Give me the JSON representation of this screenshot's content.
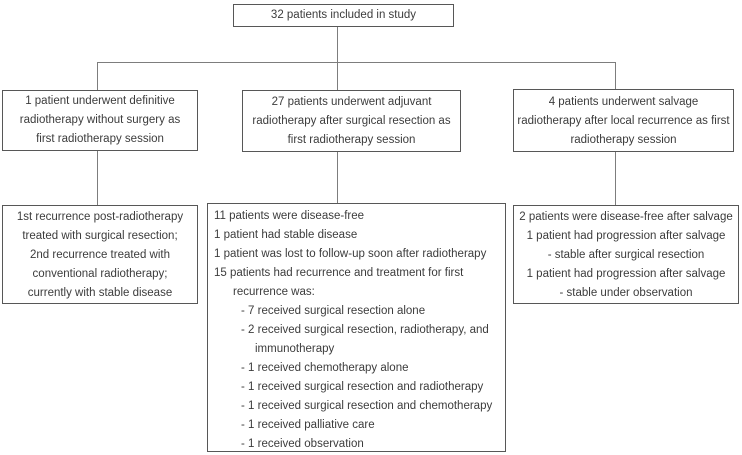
{
  "colors": {
    "background": "#ffffff",
    "box_border": "#575757",
    "text": "#3c3c3c",
    "connector": "#7d7d7d"
  },
  "flowchart": {
    "root": {
      "text": "32 patients included in study"
    },
    "branches": {
      "definitive": {
        "lines": [
          "1 patient underwent definitive",
          "radiotherapy without surgery as",
          "first radiotherapy session"
        ]
      },
      "adjuvant": {
        "lines": [
          "27 patients underwent adjuvant",
          "radiotherapy after surgical resection as",
          "first radiotherapy session"
        ]
      },
      "salvage": {
        "lines": [
          "4 patients underwent salvage",
          "radiotherapy after local recurrence as first",
          "radiotherapy session"
        ]
      }
    },
    "outcomes": {
      "definitive": {
        "lines": [
          "1st recurrence post-radiotherapy",
          "treated with surgical resection;",
          "2nd recurrence treated with",
          "conventional radiotherapy;",
          "currently with stable disease"
        ]
      },
      "adjuvant": {
        "lines": [
          "11 patients were disease-free",
          "1 patient had stable disease",
          "1 patient was lost to follow-up soon after radiotherapy",
          "15 patients had recurrence and treatment for first",
          "recurrence was:",
          "- 7 received surgical resection alone",
          "- 2 received surgical resection, radiotherapy, and",
          "immunotherapy",
          "- 1 received chemotherapy alone",
          "- 1 received surgical resection and radiotherapy",
          "- 1 received surgical resection and chemotherapy",
          "- 1 received palliative care",
          "- 1 received observation"
        ]
      },
      "salvage": {
        "lines": [
          "2 patients were disease-free after salvage",
          "1 patient had progression after salvage",
          "- stable after surgical resection",
          "1 patient had progression after salvage",
          "- stable under observation"
        ]
      }
    }
  }
}
